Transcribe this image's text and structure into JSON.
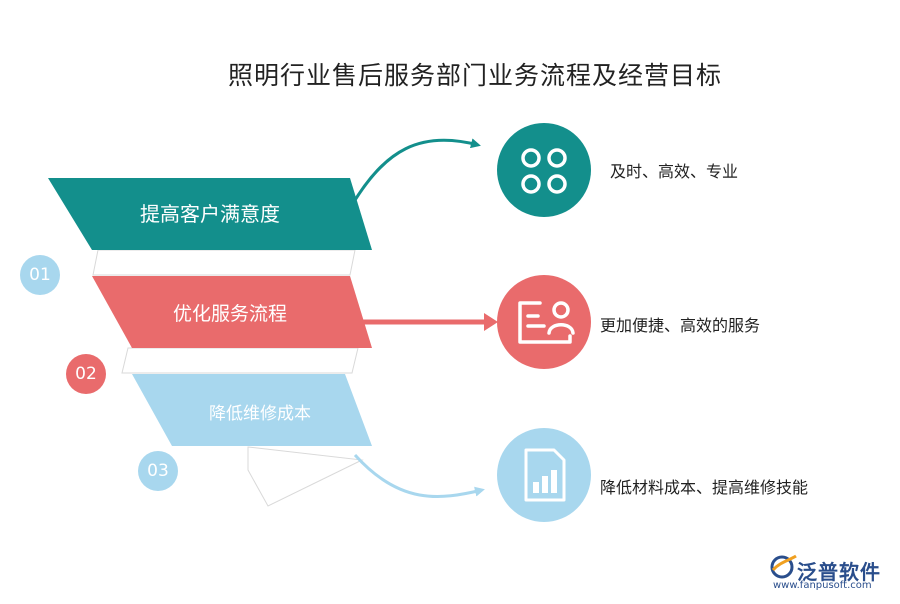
{
  "title": "照明行业售后服务部门业务流程及经营目标",
  "colors": {
    "teal": "#138F8C",
    "red": "#E96B6C",
    "blue": "#A8D7EE",
    "shadow": "#d9d9d9",
    "dark": "#222222"
  },
  "steps": [
    {
      "number": "01",
      "label": "提高客户满意度",
      "description": "及时、高效、专业",
      "icon": "four-circles-icon"
    },
    {
      "number": "02",
      "label": "优化服务流程",
      "description": "更加便捷、高效的服务",
      "icon": "user-card-icon"
    },
    {
      "number": "03",
      "label": "降低维修成本",
      "description": "降低材料成本、提高维修技能",
      "icon": "document-chart-icon"
    }
  ],
  "logo": {
    "name": "泛普软件",
    "url": "www.fanpusoft.com",
    "icon": "fanpu-logo-icon"
  }
}
